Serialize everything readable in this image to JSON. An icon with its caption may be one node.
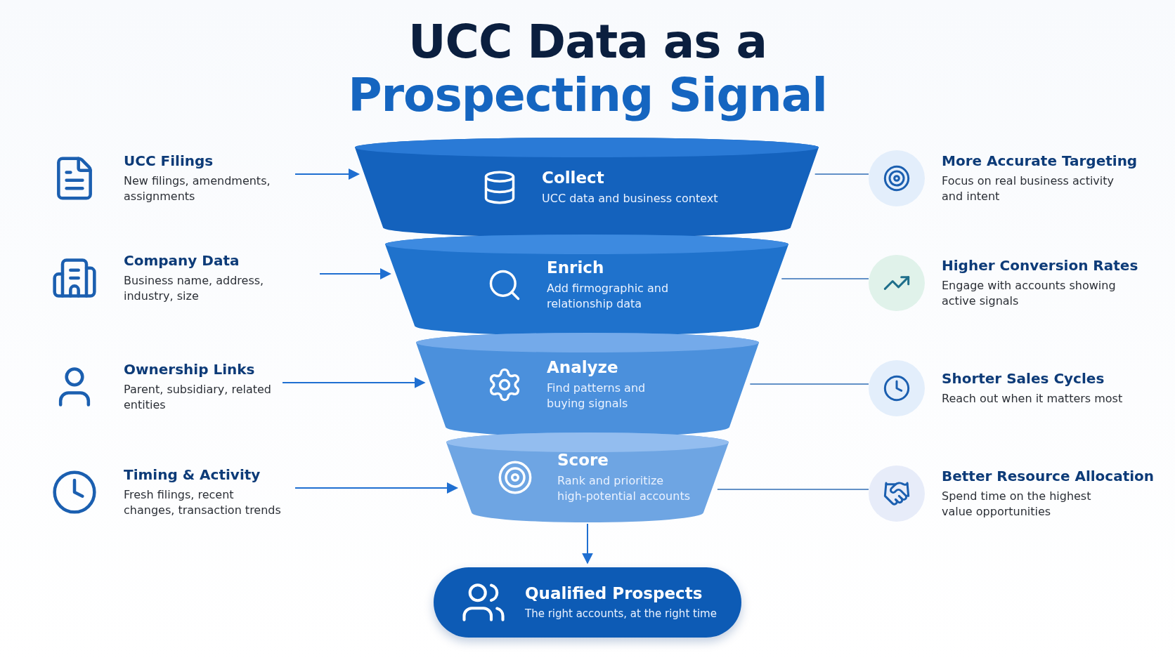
{
  "diagram": {
    "title": "UCC Data as a Prospecting Signal",
    "nodes": [
      {
        "text": [
          "UCC Filings",
          "New filings, amendments, assignments"
        ]
      },
      {
        "text": [
          "Company Data",
          "Business name, address, industry, size"
        ]
      },
      {
        "text": [
          "Ownership Links",
          "Parent, subsidiary, related entities"
        ]
      },
      {
        "text": [
          "Timing & Activity",
          "Fresh filings, recent changes, transaction trends"
        ]
      },
      {
        "text": [
          "Collect",
          "UCC data and business context"
        ]
      },
      {
        "text": [
          "Enrich",
          "Add firmographic and relationship data"
        ]
      },
      {
        "text": [
          "Analyze",
          "Find patterns and buying signals"
        ]
      },
      {
        "text": [
          "Score",
          "Rank and prioritize high-potential accounts"
        ]
      },
      {
        "text": [
          "Qualified Prospects",
          "The right accounts, at the right time"
        ]
      },
      {
        "text": [
          "More Accurate Targeting",
          "Focus on real business activity and intent"
        ]
      },
      {
        "text": [
          "Higher Conversion Rates",
          "Engage with accounts showing active signals"
        ]
      },
      {
        "text": [
          "Shorter Sales Cycles",
          "Reach out when it matters most"
        ]
      },
      {
        "text": [
          "Better Resource Allocation",
          "Spend time on the highest value opportunities"
        ]
      }
    ],
    "edges": [
      {
        "from": 0,
        "to": 4,
        "arrow": "to"
      },
      {
        "from": 1,
        "to": 5,
        "arrow": "to"
      },
      {
        "from": 2,
        "to": 6,
        "arrow": "to"
      },
      {
        "from": 3,
        "to": 7,
        "arrow": "to"
      },
      {
        "from": 4,
        "to": 9,
        "arrow": "none"
      },
      {
        "from": 5,
        "to": 10,
        "arrow": "none"
      },
      {
        "from": 6,
        "to": 11,
        "arrow": "none"
      },
      {
        "from": 7,
        "to": 12,
        "arrow": "none"
      },
      {
        "from": 7,
        "to": 8,
        "arrow": "to"
      }
    ]
  }
}
